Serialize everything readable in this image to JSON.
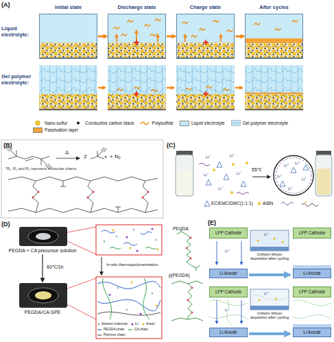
{
  "diagram": {
    "nodes": [
      {
        "text": [
          "Initial state"
        ]
      },
      {
        "text": [
          "Discharge state"
        ]
      },
      {
        "text": [
          "Charge state"
        ]
      },
      {
        "text": [
          "After cycles"
        ]
      },
      {
        "text": [
          "PEGDA + CA precursor solution"
        ]
      },
      {
        "text": [
          "PEGDA/CA GPE"
        ]
      },
      {
        "text": [
          "LFP Cathode"
        ]
      },
      {
        "text": [
          "Li Anode"
        ]
      },
      {
        "text": [
          "Uniform lithium deposition after cycling"
        ]
      },
      {
        "text": [
          "LFP Cathode"
        ]
      },
      {
        "text": [
          "Li Anode"
        ]
      },
      {
        "text": [
          "LFP Cathode"
        ]
      },
      {
        "text": [
          "Li Anode"
        ]
      },
      {
        "text": [
          "Uniform lithium deposition after cycling"
        ]
      },
      {
        "text": [
          "LFP Cathode"
        ]
      },
      {
        "text": [
          "Li Anode"
        ]
      }
    ],
    "edges": [
      {
        "from": 0,
        "to": 1,
        "arrow": "to"
      },
      {
        "from": 1,
        "to": 2,
        "arrow": "to"
      },
      {
        "from": 2,
        "to": 3,
        "arrow": "to"
      },
      {
        "from": 4,
        "to": 5,
        "arrow": "to",
        "label": "60℃/1h"
      }
    ],
    "labels": [
      "(A)",
      "Liquid electrolyte:",
      "Gel polymer electrolyte:",
      "(B)",
      "Δ",
      "2",
      "+ N₂",
      "*R₁, R₂ and R₃ represent molecular chains.",
      "(C)",
      "Li⁺",
      "Li⁺",
      "Li⁺",
      "Li⁺",
      "Li⁺",
      "Li⁺",
      "Li⁺",
      "Li⁺",
      "Li⁺",
      "Li⁺",
      "55℃",
      "EC/EMC/DMC(1:1:1)",
      "AIBN",
      "(D)",
      "In-situ thermopolymerization",
      "PEGDA",
      "p(PEGDA)",
      "Solvent molecule",
      "Li⁺",
      "Anion",
      "PEGDA chain",
      "CA chain",
      "Polymer chain",
      "(E)",
      "Li⁺",
      "Li⁺",
      "Li⁺",
      "Li⁺"
    ],
    "legend": [
      {
        "text": "Nano sulfur"
      },
      {
        "text": "Conductive carbon black"
      },
      {
        "text": "Polysulfide"
      },
      {
        "text": "Liquid electrolyte",
        "color": "#c9eaf7"
      },
      {
        "text": "Gel polymer electrolyte"
      },
      {
        "text": "Passivation layer",
        "color": "#f2a33a"
      }
    ]
  }
}
